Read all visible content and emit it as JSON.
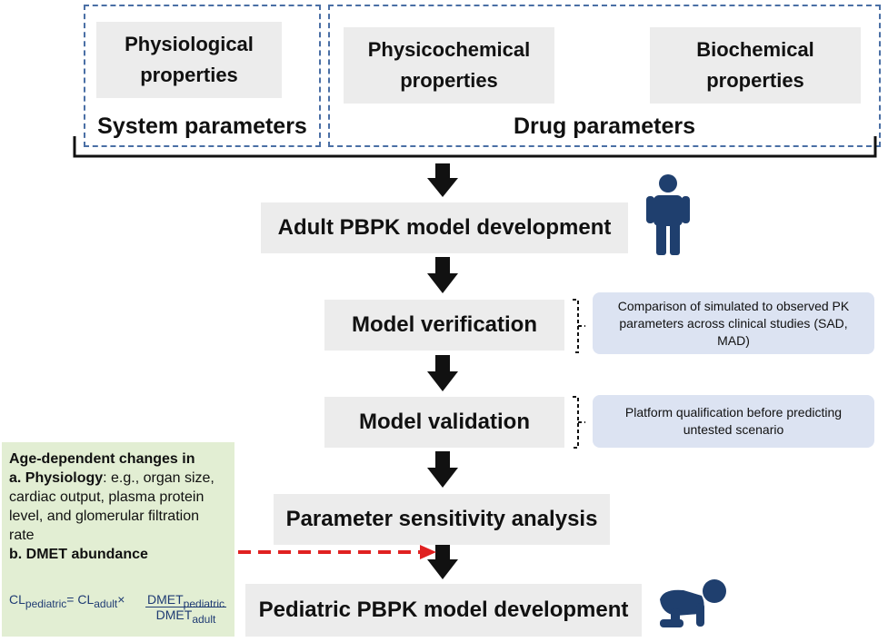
{
  "top": {
    "physiological": "Physiological properties",
    "physicochemical": "Physicochemical properties",
    "biochemical": "Biochemical properties",
    "system_parameters": "System parameters",
    "drug_parameters": "Drug parameters"
  },
  "steps": {
    "adult": "Adult PBPK model development",
    "verification": "Model verification",
    "validation": "Model validation",
    "sensitivity": "Parameter sensitivity analysis",
    "pediatric": "Pediatric PBPK model development"
  },
  "notes": {
    "verification": "Comparison of simulated to observed PK parameters across clinical studies (SAD, MAD)",
    "validation": "Platform qualification before predicting untested scenario"
  },
  "age_box": {
    "heading": "Age-dependent changes in",
    "a_label": "a. Physiology",
    "a_text": ": e.g., organ size, cardiac output, plasma protein level, and glomerular filtration rate",
    "b_label": "b. DMET abundance",
    "formula": {
      "cl": "CL",
      "pediatric_sub": "pediatric",
      "eq": "= CL",
      "adult_sub": "adult",
      "times": "×",
      "num": "DMET",
      "num_sub": "pediatric",
      "den": "DMET",
      "den_sub": "adult"
    }
  },
  "colors": {
    "dashed_border": "#4a6fa5",
    "gray_box": "#ececec",
    "note_box": "#dce3f2",
    "green_box": "#e2eed3",
    "red_arrow": "#e02020",
    "person_icon": "#1f3f6e"
  },
  "icons": [
    "adult-person-icon",
    "crawling-baby-icon"
  ]
}
